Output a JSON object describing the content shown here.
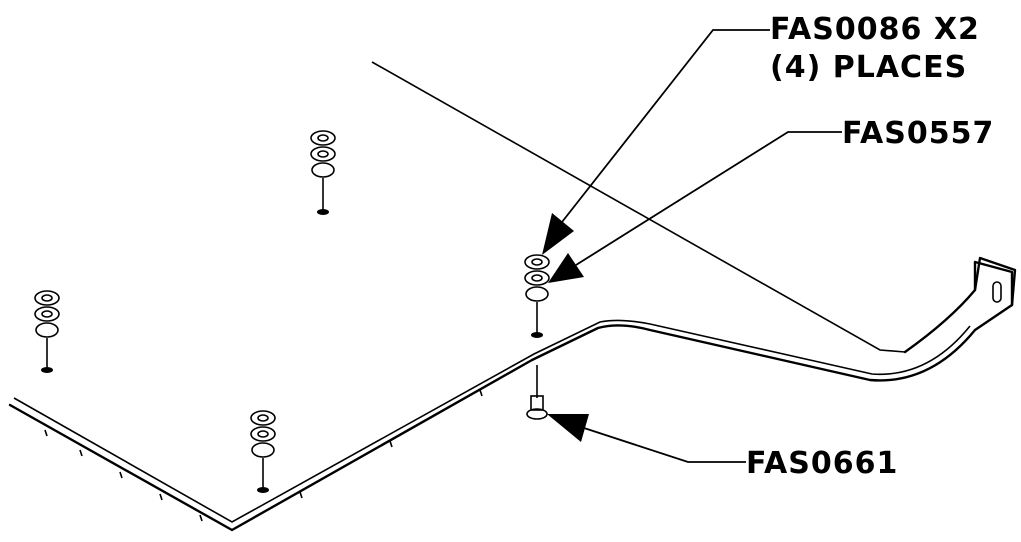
{
  "callouts": {
    "fas0086_line1": "FAS0086 X2",
    "fas0086_line2": "(4) PLACES",
    "fas0557": "FAS0557",
    "fas0661": "FAS0661"
  },
  "colors": {
    "ink": "#000000",
    "paper": "#ffffff"
  }
}
